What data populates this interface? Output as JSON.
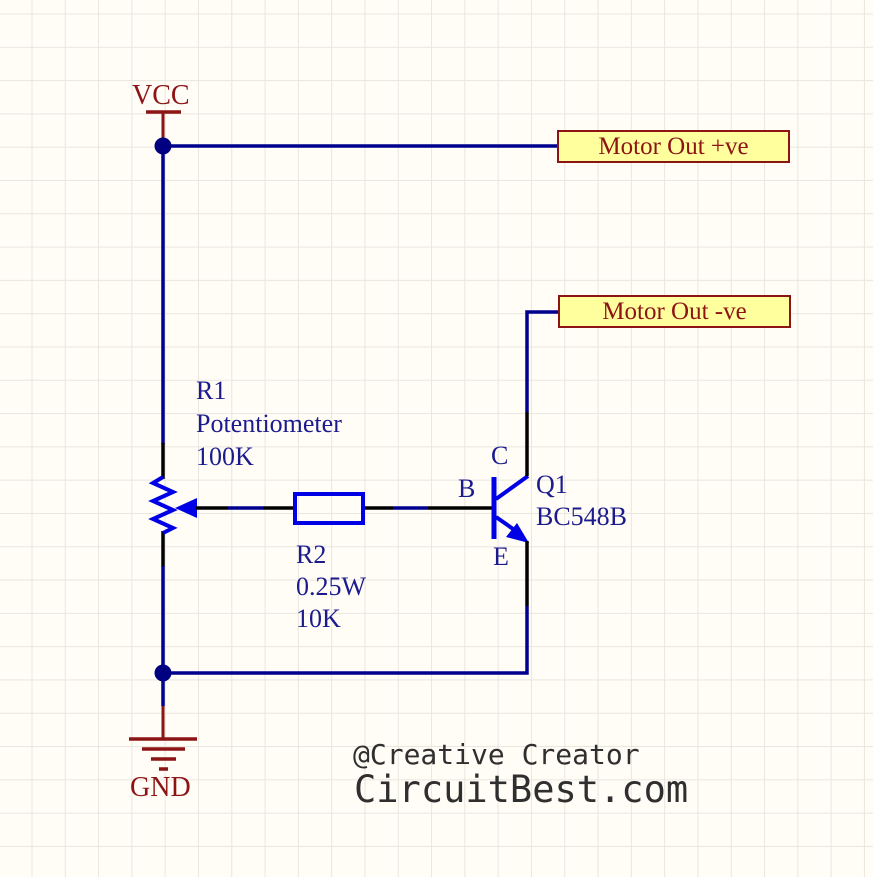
{
  "colors": {
    "background": "#fffdf6",
    "grid_line": "#e9e6e0",
    "wire_blue": "#00008f",
    "junction_blue": "#000080",
    "symbol_blue": "#0000e6",
    "label_blue": "#1b1b8e",
    "dark_red": "#8c1414",
    "port_fill": "#ffff9e",
    "port_border": "#8c1414",
    "pin_black": "#000000",
    "footer_text": "#2f2f2f"
  },
  "power": {
    "vcc": "VCC",
    "gnd": "GND"
  },
  "ports": {
    "positive": "Motor Out +ve",
    "negative": "Motor Out -ve"
  },
  "components": {
    "r1": {
      "designator": "R1",
      "type": "Potentiometer",
      "value": "100K"
    },
    "r2": {
      "designator": "R2",
      "rating": "0.25W",
      "value": "10K"
    },
    "q1": {
      "designator": "Q1",
      "part": "BC548B",
      "pin_b": "B",
      "pin_c": "C",
      "pin_e": "E"
    }
  },
  "footer": {
    "credit": "@Creative Creator",
    "website": "CircuitBest.com"
  }
}
